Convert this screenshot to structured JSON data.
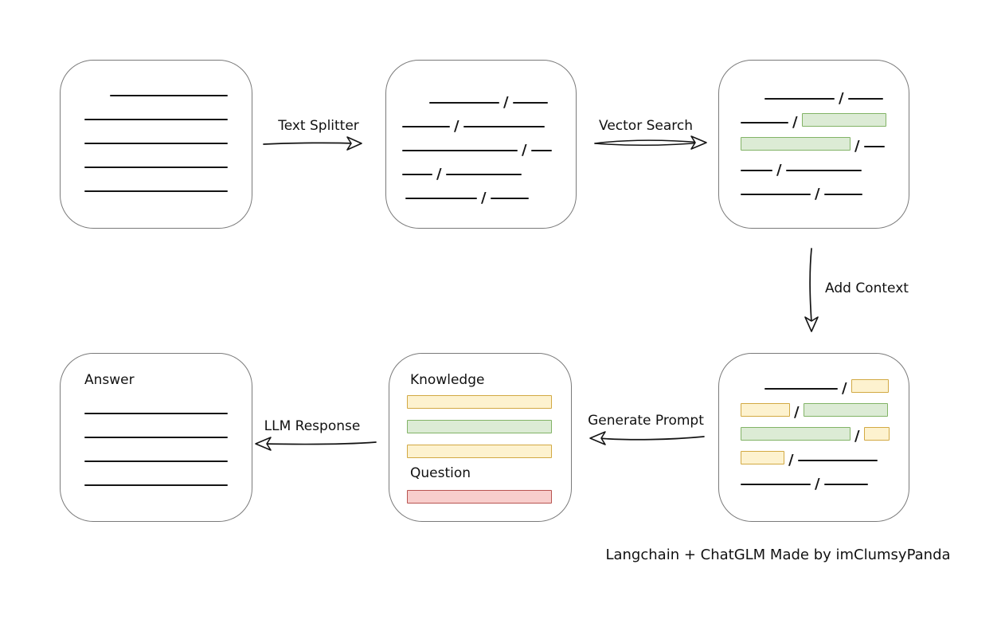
{
  "caption": "Langchain + ChatGLM Made by imClumsyPanda",
  "colors": {
    "box_border": "#7a7a7a",
    "line": "#151515",
    "chunk_green_fill": "#dcebd5",
    "chunk_green_border": "#82b366",
    "chunk_yellow_fill": "#fdf2cf",
    "chunk_yellow_border": "#d2a943",
    "chunk_red_fill": "#f8cecc",
    "chunk_red_border": "#b85450"
  },
  "arrows": [
    {
      "label": "Text Splitter",
      "direction": "right"
    },
    {
      "label": "Vector Search",
      "direction": "right"
    },
    {
      "label": "Add Context",
      "direction": "down"
    },
    {
      "label": "Generate Prompt",
      "direction": "left"
    },
    {
      "label": "LLM Response",
      "direction": "left"
    }
  ],
  "boxes": {
    "document": {
      "rows": [
        [
          {
            "t": "indent",
            "w": 32
          },
          {
            "t": "line",
            "w": 148
          }
        ],
        [
          {
            "t": "line",
            "w": 180
          }
        ],
        [
          {
            "t": "line",
            "w": 180
          }
        ],
        [
          {
            "t": "line",
            "w": 180
          }
        ],
        [
          {
            "t": "line",
            "w": 180
          }
        ]
      ]
    },
    "split_text": {
      "rows": [
        [
          {
            "t": "indent",
            "w": 34
          },
          {
            "t": "line",
            "w": 88
          },
          {
            "t": "slash"
          },
          {
            "t": "line",
            "w": 44
          }
        ],
        [
          {
            "t": "line",
            "w": 60
          },
          {
            "t": "slash"
          },
          {
            "t": "line",
            "w": 102
          }
        ],
        [
          {
            "t": "line",
            "w": 145
          },
          {
            "t": "slash"
          },
          {
            "t": "line",
            "w": 26
          }
        ],
        [
          {
            "t": "line",
            "w": 38
          },
          {
            "t": "slash"
          },
          {
            "t": "line",
            "w": 95
          }
        ],
        [
          {
            "t": "indent",
            "w": 4
          },
          {
            "t": "line",
            "w": 90
          },
          {
            "t": "slash"
          },
          {
            "t": "line",
            "w": 48
          }
        ]
      ]
    },
    "vector_store": {
      "rows": [
        [
          {
            "t": "indent",
            "w": 30
          },
          {
            "t": "line",
            "w": 88
          },
          {
            "t": "slash"
          },
          {
            "t": "line",
            "w": 44
          }
        ],
        [
          {
            "t": "line",
            "w": 60
          },
          {
            "t": "slash"
          },
          {
            "t": "chunk-green",
            "w": 106
          }
        ],
        [
          {
            "t": "chunk-green",
            "w": 138
          },
          {
            "t": "slash"
          },
          {
            "t": "line",
            "w": 26
          }
        ],
        [
          {
            "t": "line",
            "w": 40
          },
          {
            "t": "slash"
          },
          {
            "t": "line",
            "w": 95
          }
        ],
        [
          {
            "t": "line",
            "w": 88
          },
          {
            "t": "slash"
          },
          {
            "t": "line",
            "w": 48
          }
        ]
      ]
    },
    "context": {
      "rows": [
        [
          {
            "t": "indent",
            "w": 30
          },
          {
            "t": "line",
            "w": 92
          },
          {
            "t": "slash"
          },
          {
            "t": "chunk-yellow",
            "w": 47
          }
        ],
        [
          {
            "t": "chunk-yellow",
            "w": 62
          },
          {
            "t": "slash"
          },
          {
            "t": "chunk-green",
            "w": 106
          }
        ],
        [
          {
            "t": "chunk-green",
            "w": 138
          },
          {
            "t": "slash"
          },
          {
            "t": "chunk-yellow",
            "w": 32
          }
        ],
        [
          {
            "t": "chunk-yellow",
            "w": 55
          },
          {
            "t": "slash"
          },
          {
            "t": "line",
            "w": 100
          }
        ],
        [
          {
            "t": "line",
            "w": 88
          },
          {
            "t": "slash"
          },
          {
            "t": "line",
            "w": 55
          }
        ]
      ]
    },
    "answer": {
      "label": "Answer",
      "rows": [
        [
          {
            "t": "line",
            "w": 180
          }
        ],
        [
          {
            "t": "line",
            "w": 180
          }
        ],
        [
          {
            "t": "line",
            "w": 180
          }
        ],
        [
          {
            "t": "line",
            "w": 180
          }
        ]
      ]
    },
    "prompt": {
      "knowledge_label": "Knowledge",
      "question_label": "Question",
      "bars_top": [
        [
          {
            "t": "chunk-yellow",
            "w": 182
          }
        ],
        [
          {
            "t": "chunk-green",
            "w": 182
          }
        ],
        [
          {
            "t": "chunk-yellow",
            "w": 182
          }
        ]
      ],
      "bars_bottom": [
        [
          {
            "t": "chunk-red",
            "w": 182
          }
        ]
      ]
    }
  }
}
